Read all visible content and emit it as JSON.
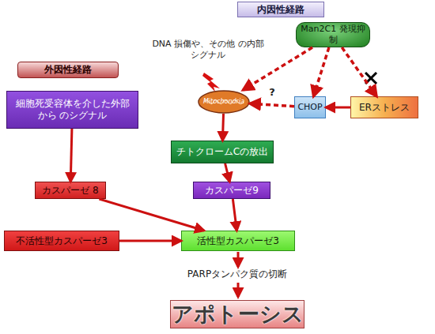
{
  "diagram": {
    "nodes": [
      {
        "text": [
          "内因性経路"
        ]
      },
      {
        "text": [
          "外因性経路"
        ]
      },
      {
        "text": [
          "Man2C1 発現抑制"
        ]
      },
      {
        "text": [
          "細胞死受容体を介した外部から のシグナル"
        ]
      },
      {
        "text": [
          "Mitochondria"
        ]
      },
      {
        "text": [
          "CHOP"
        ]
      },
      {
        "text": [
          "ERストレス"
        ]
      },
      {
        "text": [
          "チトクロームCの放出"
        ]
      },
      {
        "text": [
          "カスパーゼ 8"
        ]
      },
      {
        "text": [
          "カスパーゼ9"
        ]
      },
      {
        "text": [
          "不活性型カスパーゼ3"
        ]
      },
      {
        "text": [
          "活性型カスパーゼ3"
        ]
      },
      {
        "text": [
          "アポトーシス"
        ]
      }
    ],
    "edges": [
      {
        "from": 3,
        "to": 8,
        "arrow": "to"
      },
      {
        "from": 2,
        "to": 4,
        "arrow": "to"
      },
      {
        "from": 2,
        "to": 5,
        "arrow": "to"
      },
      {
        "from": 2,
        "to": 6,
        "arrow": "to"
      },
      {
        "from": 5,
        "to": 4,
        "label": "?",
        "arrow": "to"
      },
      {
        "from": 6,
        "to": 5,
        "arrow": "to"
      },
      {
        "from": 4,
        "to": 7,
        "arrow": "to"
      },
      {
        "from": 7,
        "to": 9,
        "arrow": "to"
      },
      {
        "from": 8,
        "to": 11,
        "arrow": "to"
      },
      {
        "from": 9,
        "to": 11,
        "arrow": "to"
      },
      {
        "from": 10,
        "to": 11,
        "arrow": "to"
      }
    ],
    "labels": [
      "DNA 損傷や、その他 の内部シグナル",
      "PARPタンパク質の切断"
    ]
  }
}
